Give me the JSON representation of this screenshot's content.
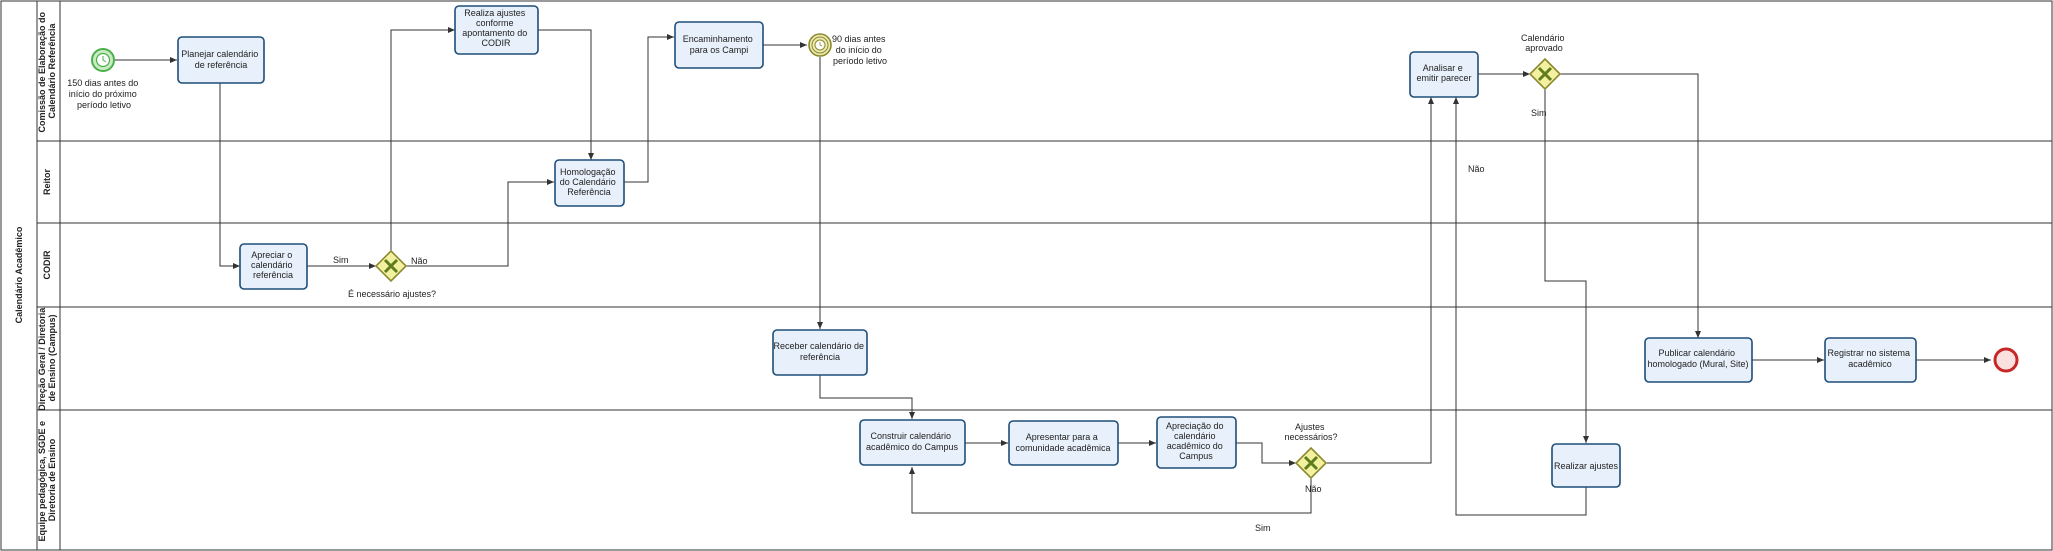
{
  "pool": {
    "name": "Calendário Acadêmico"
  },
  "lanes": [
    {
      "id": "comissao",
      "label": [
        "Comissão de Elaboração do",
        "Calendário Referência"
      ]
    },
    {
      "id": "reitor",
      "label": [
        "Reitor"
      ]
    },
    {
      "id": "codir",
      "label": [
        "CODIR"
      ]
    },
    {
      "id": "direcao",
      "label": [
        "Direção Geral / Diretoria",
        "de Ensino (Campus)"
      ]
    },
    {
      "id": "equipe",
      "label": [
        "Equipe pedagógica, SGDE e",
        "Diretoria de Ensino"
      ]
    }
  ],
  "events": {
    "start_label": [
      "150 dias antes do",
      "início do próximo",
      "período letivo"
    ],
    "timer_label": [
      "90 dias antes",
      "do início do",
      "período letivo"
    ]
  },
  "tasks": {
    "planejar": [
      "Planejar calendário",
      "de referência"
    ],
    "realiza_ajustes": [
      "Realiza ajustes",
      "conforme",
      "apontamento do",
      "CODIR"
    ],
    "encaminhamento": [
      "Encaminhamento",
      "para os Campi"
    ],
    "homologacao": [
      "Homologação",
      "do Calendário",
      "Referência"
    ],
    "apreciar": [
      "Apreciar o",
      "calendário",
      "referência"
    ],
    "receber": [
      "Receber calendário de",
      "referência"
    ],
    "construir": [
      "Construir calendário",
      "acadêmico do Campus"
    ],
    "apresentar": [
      "Apresentar para a",
      "comunidade acadêmica"
    ],
    "apreciacao": [
      "Apreciação do",
      "calendário",
      "acadêmico do",
      "Campus"
    ],
    "analisar": [
      "Analisar  e",
      "emitir parecer"
    ],
    "publicar": [
      "Publicar calendário",
      "homologado (Mural, Site)"
    ],
    "registrar": [
      "Registrar no sistema",
      "acadêmico"
    ],
    "realizar_ajustes": [
      "Realizar ajustes"
    ]
  },
  "gateways": {
    "codir": [
      "É necessário ajustes?"
    ],
    "ajustes": [
      "Ajustes",
      "necessários?"
    ],
    "aprovado": [
      "Calendário",
      "aprovado"
    ]
  },
  "flow_labels": {
    "codir_sim": "Sim",
    "codir_nao": "Não",
    "ajustes_nao": "Não",
    "ajustes_sim": "Sim",
    "aprovado_sim": "Sim",
    "aprovado_nao": "Não"
  },
  "colors": {
    "task_fill": "#e8f1fb",
    "task_border": "#1e4e79",
    "gateway_fill": "#f3f0a0",
    "start_event": "#4caf50",
    "end_event": "#c62828"
  }
}
